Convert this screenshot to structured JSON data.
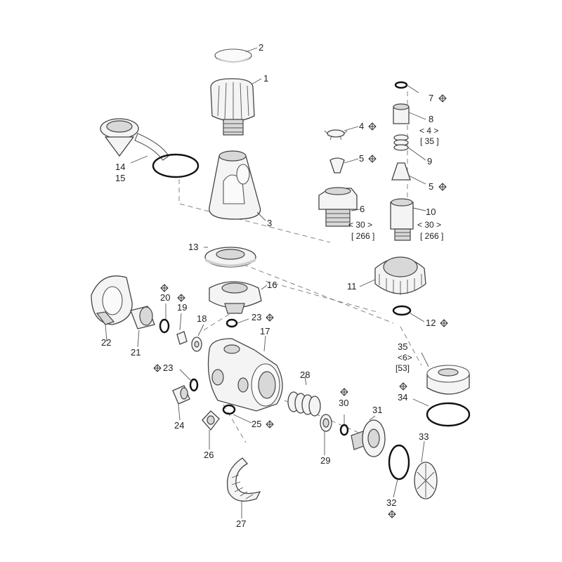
{
  "diagram": {
    "type": "exploded-parts-view",
    "service_kit_symbol": "⊕ (diamond with cross)",
    "labels": [
      {
        "id": "p1",
        "text": "1"
      },
      {
        "id": "p2",
        "text": "2"
      },
      {
        "id": "p3",
        "text": "3"
      },
      {
        "id": "p4",
        "text": "4",
        "kit": true
      },
      {
        "id": "p5a",
        "text": "5",
        "kit": true
      },
      {
        "id": "p5b",
        "text": "5",
        "kit": true
      },
      {
        "id": "p6",
        "text": "6"
      },
      {
        "id": "p7",
        "text": "7",
        "kit": true
      },
      {
        "id": "p8",
        "text": "8"
      },
      {
        "id": "p9",
        "text": "9"
      },
      {
        "id": "p10",
        "text": "10"
      },
      {
        "id": "p11",
        "text": "11"
      },
      {
        "id": "p12",
        "text": "12",
        "kit": true
      },
      {
        "id": "p13",
        "text": "13"
      },
      {
        "id": "p14",
        "text": "14"
      },
      {
        "id": "p15",
        "text": "15"
      },
      {
        "id": "p16",
        "text": "16"
      },
      {
        "id": "p17",
        "text": "17"
      },
      {
        "id": "p18",
        "text": "18"
      },
      {
        "id": "p19",
        "text": "19",
        "kit": true
      },
      {
        "id": "p20",
        "text": "20",
        "kit": true
      },
      {
        "id": "p21",
        "text": "21"
      },
      {
        "id": "p22",
        "text": "22"
      },
      {
        "id": "p23a",
        "text": "23",
        "kit": true
      },
      {
        "id": "p23b",
        "text": "23",
        "kit": true
      },
      {
        "id": "p24",
        "text": "24"
      },
      {
        "id": "p25",
        "text": "25",
        "kit": true
      },
      {
        "id": "p26",
        "text": "26"
      },
      {
        "id": "p27",
        "text": "27"
      },
      {
        "id": "p28",
        "text": "28"
      },
      {
        "id": "p29",
        "text": "29"
      },
      {
        "id": "p30",
        "text": "30",
        "kit": true
      },
      {
        "id": "p31",
        "text": "31"
      },
      {
        "id": "p32",
        "text": "32",
        "kit": true
      },
      {
        "id": "p33",
        "text": "33"
      },
      {
        "id": "p34",
        "text": "34",
        "kit": true
      },
      {
        "id": "p35",
        "text": "35"
      }
    ],
    "quantities": {
      "p6_angle": "< 30 >",
      "p6_square": "[ 266 ]",
      "p8_angle": "< 4 >",
      "p8_square": "[ 35 ]",
      "p10_angle": "< 30 >",
      "p10_square": "[ 266 ]",
      "p35_angle": "<6>",
      "p35_square": "[53]"
    }
  }
}
